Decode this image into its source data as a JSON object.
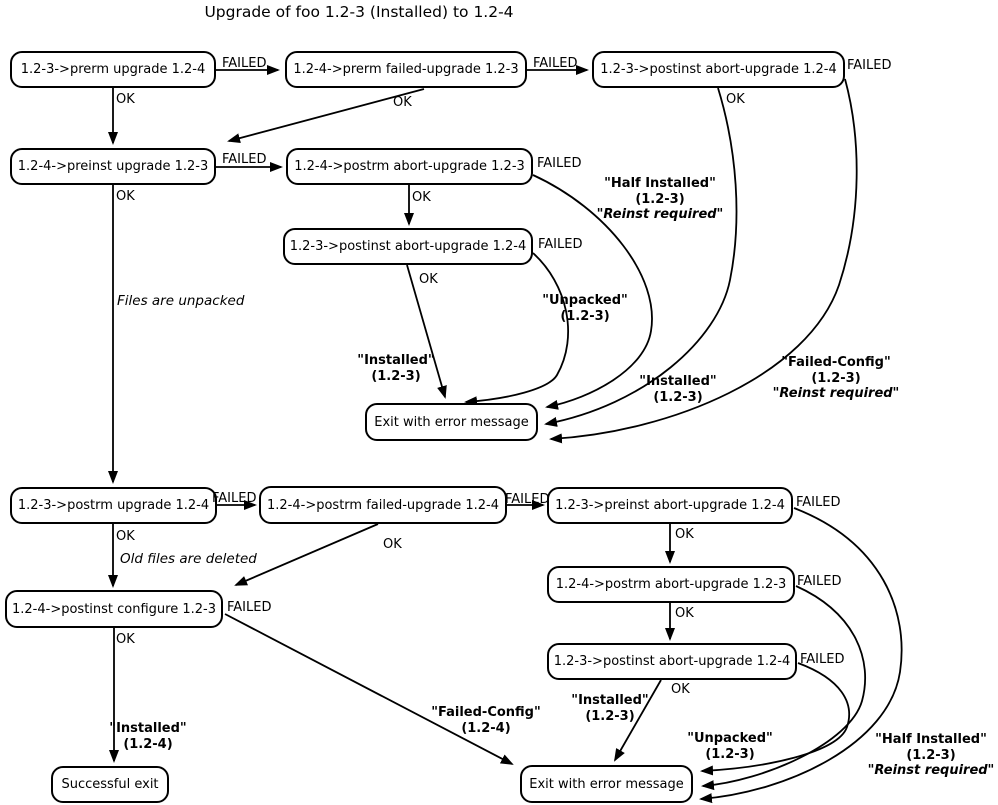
{
  "title": "Upgrade of foo 1.2-3 (Installed) to 1.2-4",
  "labels": {
    "failed": "FAILED",
    "ok": "OK"
  },
  "nodes": {
    "prerm_upgrade": {
      "label": "1.2-3->prerm upgrade 1.2-4"
    },
    "prerm_failed_upgrade": {
      "label": "1.2-4->prerm failed-upgrade 1.2-3"
    },
    "postinst_abort_top": {
      "label": "1.2-3->postinst abort-upgrade 1.2-4"
    },
    "preinst_upgrade": {
      "label": "1.2-4->preinst upgrade 1.2-3"
    },
    "postrm_abort_mid": {
      "label": "1.2-4->postrm abort-upgrade 1.2-3"
    },
    "postinst_abort_mid": {
      "label": "1.2-3->postinst abort-upgrade 1.2-4"
    },
    "exit_error_1": {
      "label": "Exit with error message"
    },
    "postrm_upgrade": {
      "label": "1.2-3->postrm upgrade 1.2-4"
    },
    "postrm_failed_upgrade": {
      "label": "1.2-4->postrm failed-upgrade 1.2-4"
    },
    "preinst_abort": {
      "label": "1.2-3->preinst abort-upgrade 1.2-4"
    },
    "postinst_configure": {
      "label": "1.2-4->postinst configure 1.2-3"
    },
    "postrm_abort_low": {
      "label": "1.2-4->postrm abort-upgrade 1.2-3"
    },
    "postinst_abort_low": {
      "label": "1.2-3->postinst abort-upgrade 1.2-4"
    },
    "successful_exit": {
      "label": "Successful exit"
    },
    "exit_error_2": {
      "label": "Exit with error message"
    }
  },
  "states": {
    "installed_123": [
      "\"Installed\"",
      "(1.2-3)"
    ],
    "installed_124": [
      "\"Installed\"",
      "(1.2-4)"
    ],
    "unpacked_123": [
      "\"Unpacked\"",
      "(1.2-3)"
    ],
    "half_installed_123": [
      "\"Half Installed\"",
      "(1.2-3)",
      "\"Reinst required\""
    ],
    "failed_config_123": [
      "\"Failed-Config\"",
      "(1.2-3)",
      "\"Reinst required\""
    ],
    "failed_config_124": [
      "\"Failed-Config\"",
      "(1.2-4)"
    ]
  },
  "annotations": {
    "files_unpacked": "Files are unpacked",
    "old_files_deleted": "Old files are deleted"
  },
  "colors": {
    "line": "#000000",
    "background": "#ffffff"
  }
}
